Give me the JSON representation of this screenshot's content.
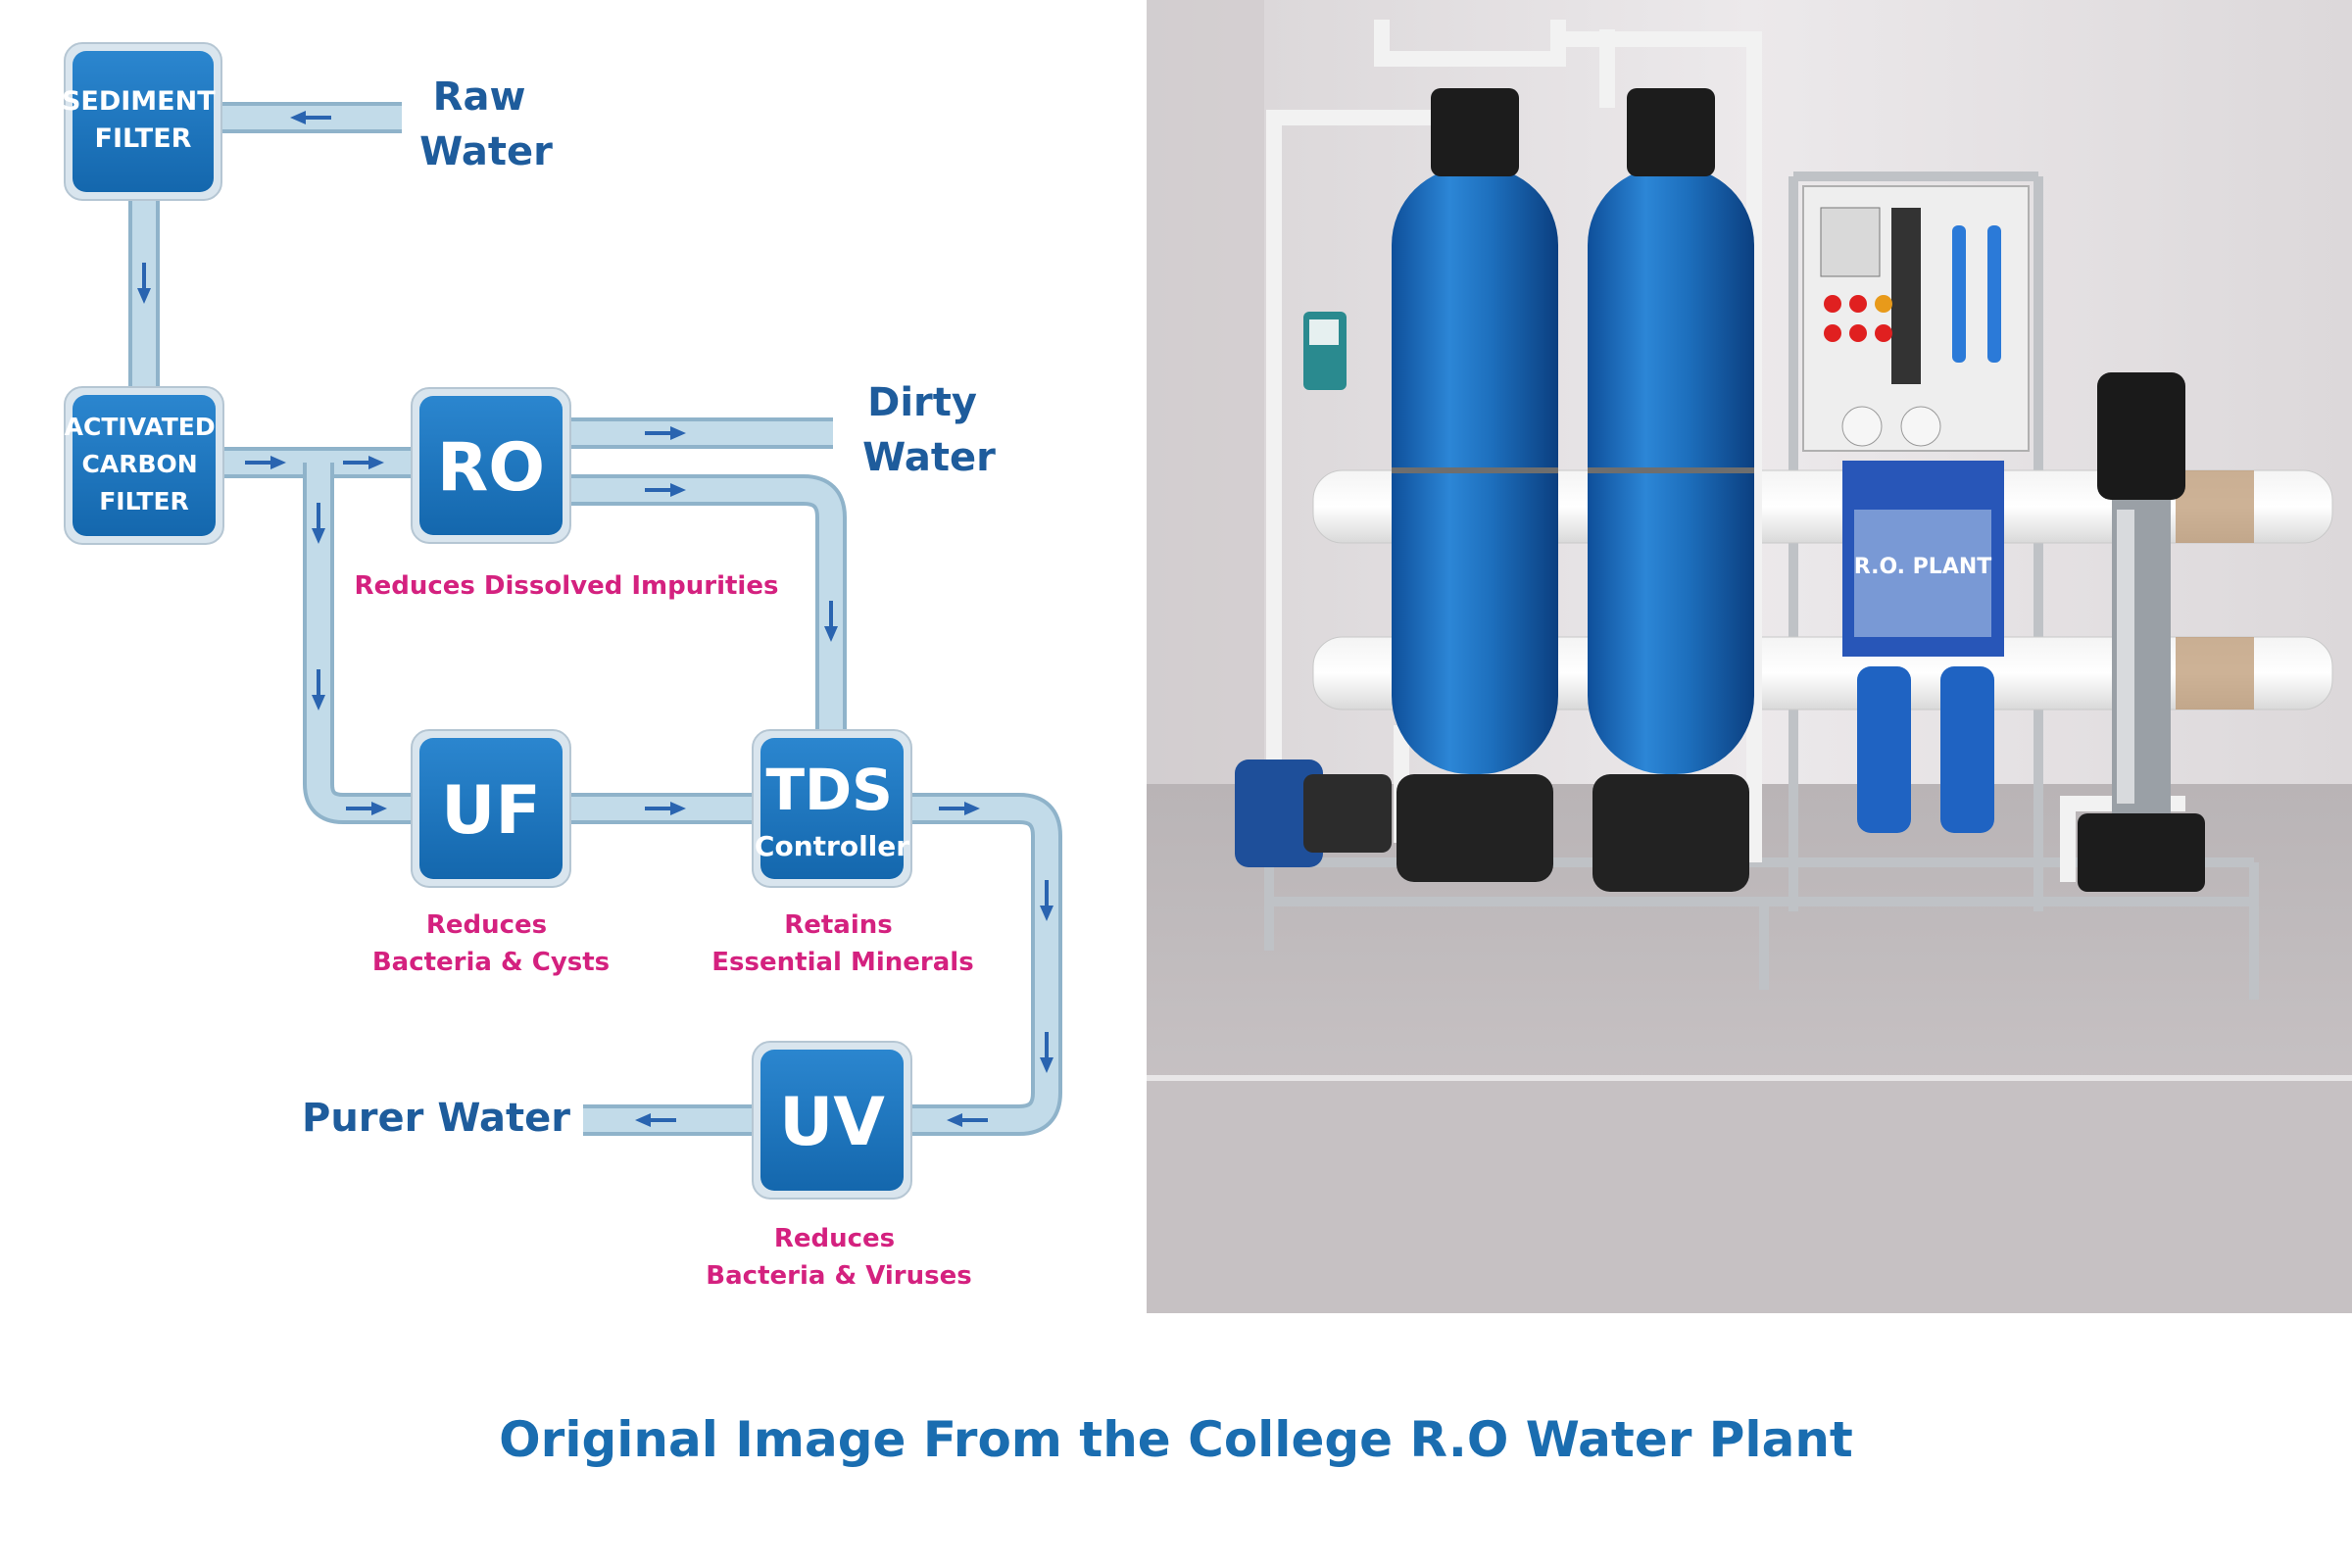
{
  "diagram": {
    "nodes": {
      "sediment": {
        "lines": [
          "SEDIMENT",
          "FILTER"
        ]
      },
      "carbon": {
        "lines": [
          "ACTIVATED",
          "CARBON",
          "FILTER"
        ]
      },
      "ro": {
        "lines": [
          "RO"
        ]
      },
      "uf": {
        "lines": [
          "UF"
        ]
      },
      "tds": {
        "lines": [
          "TDS",
          "Controller"
        ]
      },
      "uv": {
        "lines": [
          "UV"
        ]
      }
    },
    "labels": {
      "raw_water": [
        "Raw",
        "Water"
      ],
      "dirty_water": [
        "Dirty",
        "Water"
      ],
      "purer_water": "Purer Water"
    },
    "descriptions": {
      "ro": [
        "Reduces Dissolved Impurities"
      ],
      "uf": [
        "Reduces",
        "Bacteria & Cysts"
      ],
      "tds": [
        "Retains",
        "Essential Minerals"
      ],
      "uv": [
        "Reduces",
        "Bacteria & Viruses"
      ]
    }
  },
  "photo": {
    "tank_label": "R.O. PLANT"
  },
  "caption": "Original Image From the College R.O Water Plant",
  "colors": {
    "box_blue": "#1a73bd",
    "pipe_fill": "#c2dbe9",
    "pipe_stroke": "#8fb3ca",
    "arrow": "#2a64b0",
    "label_blue": "#1e5c9c",
    "desc_magenta": "#d4217f",
    "caption_blue": "#1a6db0"
  }
}
